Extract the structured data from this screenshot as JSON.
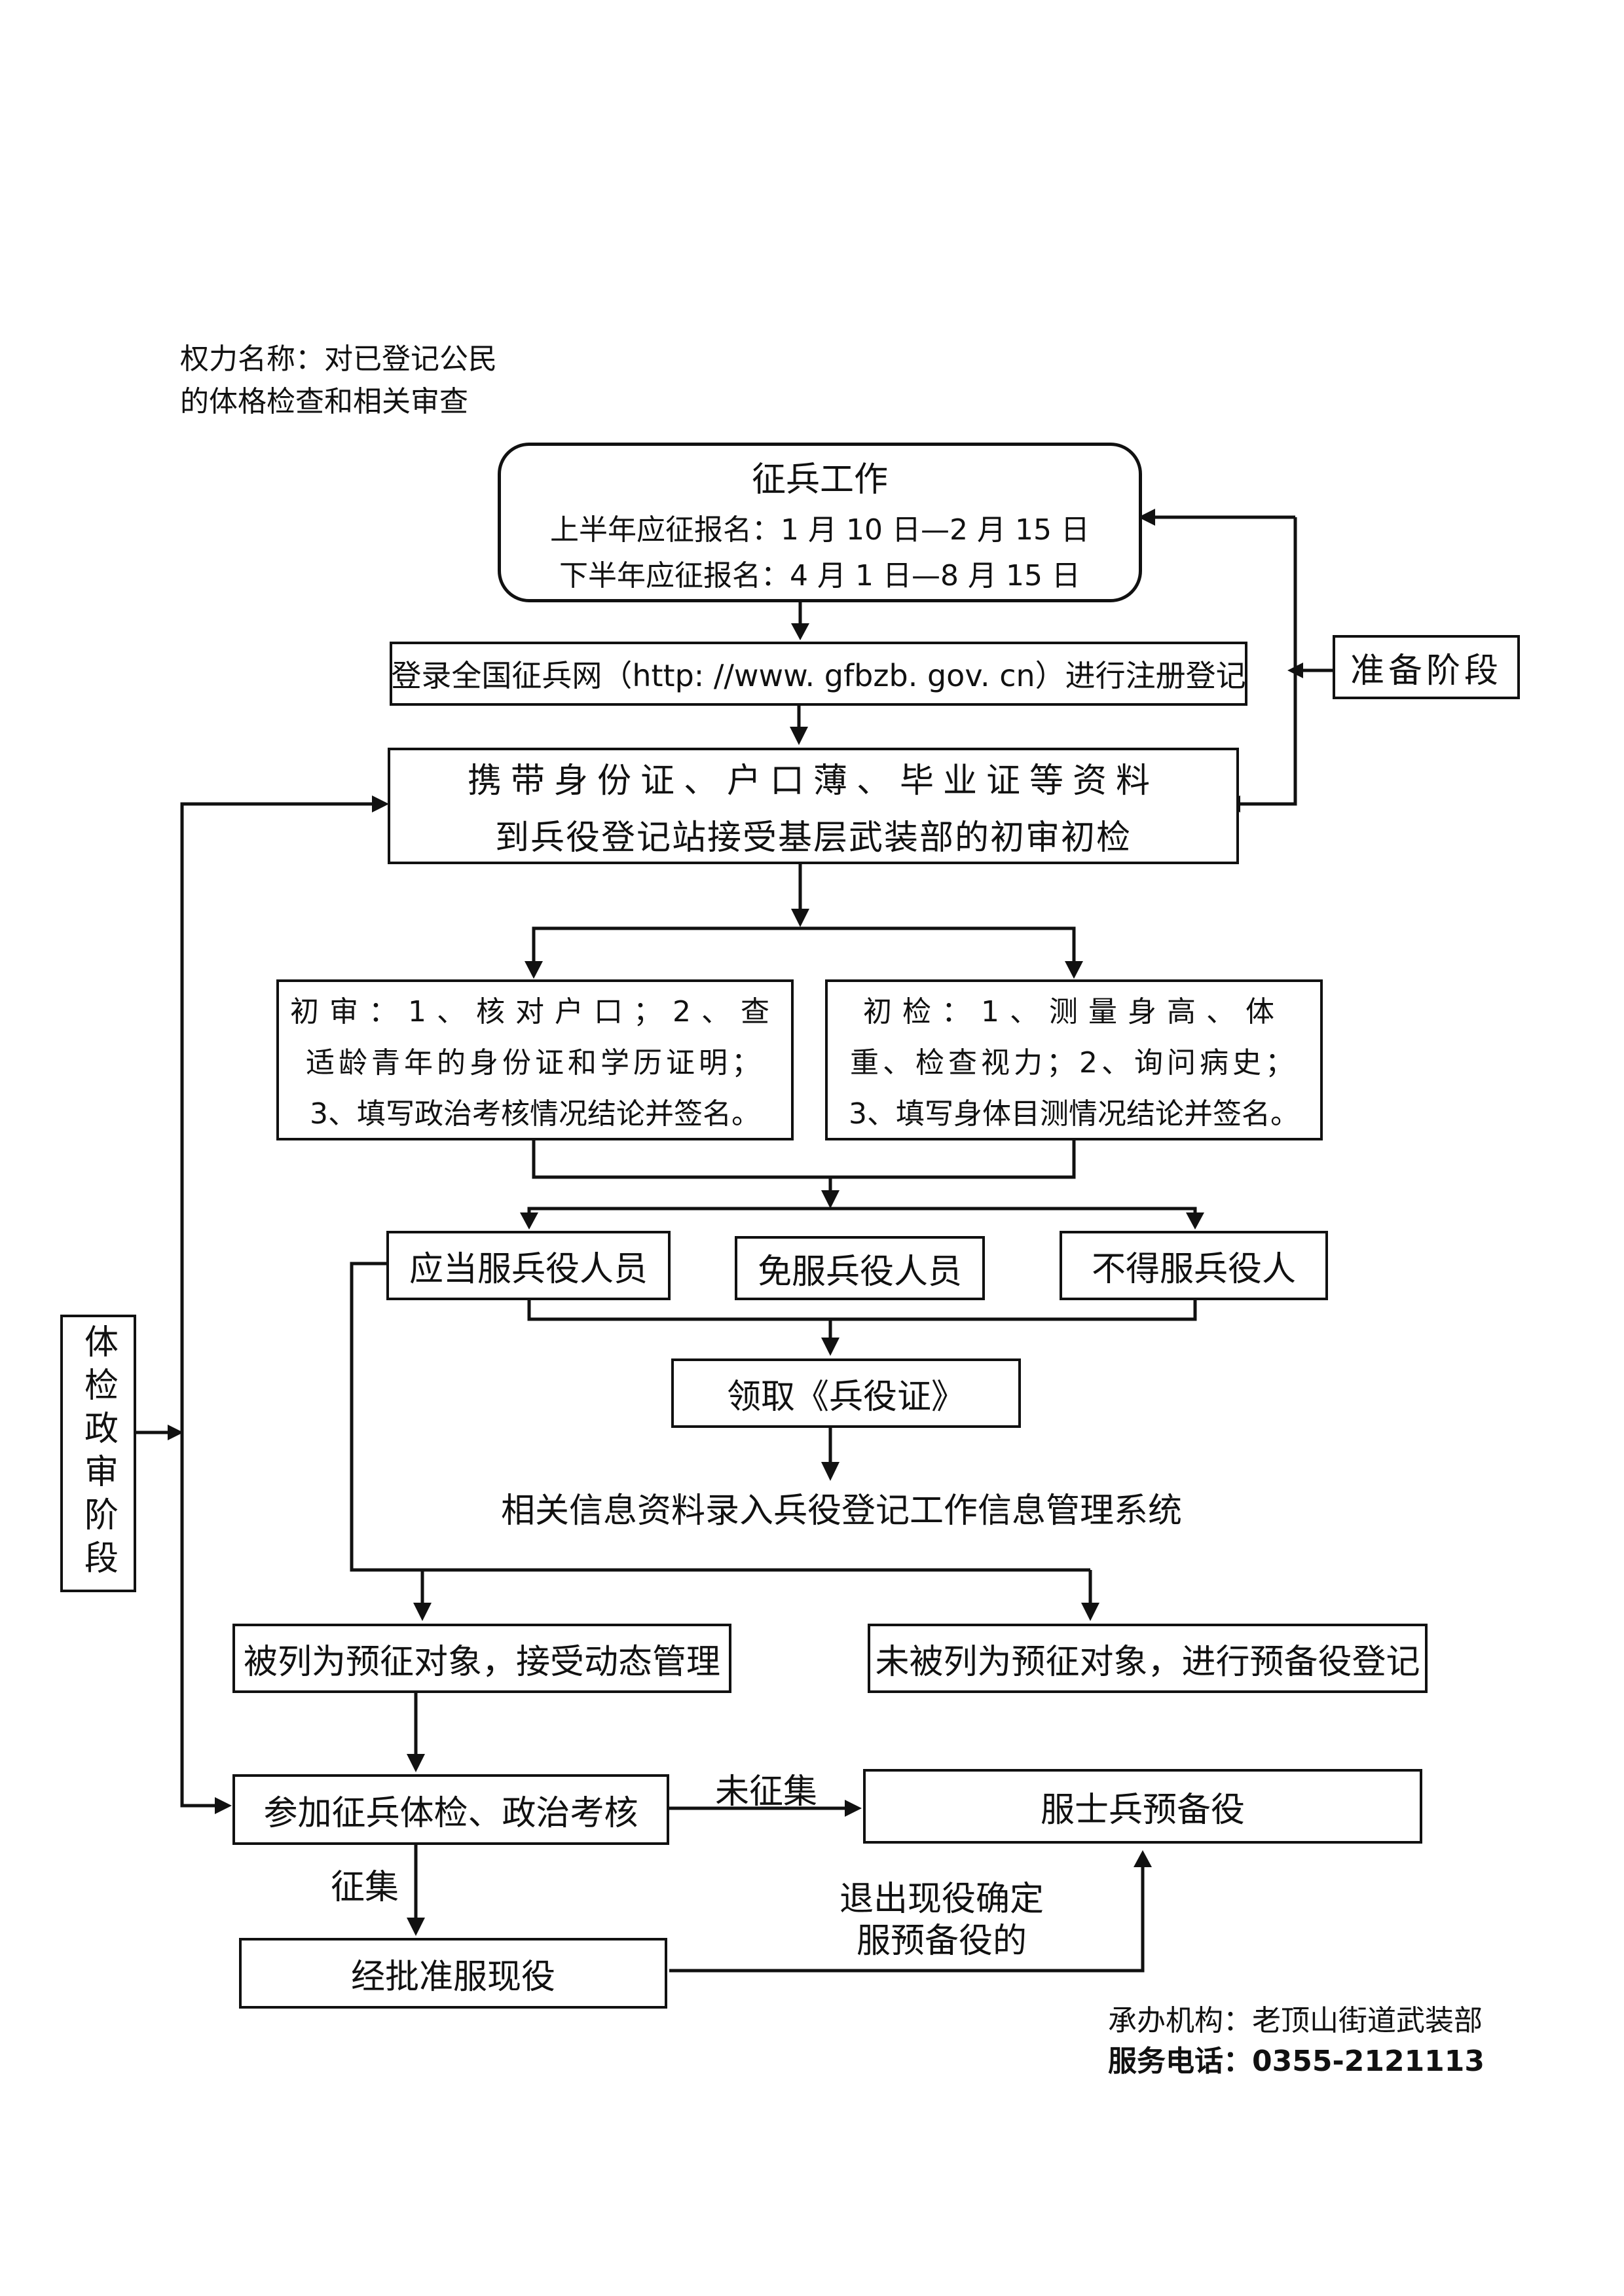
{
  "header": {
    "title_line1": "权力名称：对已登记公民",
    "title_line2": "的体格检查和相关审查"
  },
  "nodes": {
    "start": {
      "title": "征兵工作",
      "line2": "上半年应征报名：1 月 10 日—2 月 15 日",
      "line3": "下半年应征报名：4 月  1 日—8 月 15 日"
    },
    "register": "登录全国征兵网（http: //www. gfbzb. gov. cn）进行注册登记",
    "materials": {
      "line1": "携带身份证、户口薄、毕业证等资料",
      "line2": "到兵役登记站接受基层武装部的初审初检"
    },
    "prelim_review": {
      "line1": "初审：1、核对户口；2、查",
      "line2": "适龄青年的身份证和学历证明；",
      "line3": "3、填写政治考核情况结论并签名。"
    },
    "prelim_check": {
      "line1": "初检：1、测量身高、体",
      "line2": "重、检查视力；2、询问病史；",
      "line3": "3、填写身体目测情况结论并签名。"
    },
    "should_serve": "应当服兵役人员",
    "exempt": "免服兵役人员",
    "not_allowed": "不得服兵役人",
    "get_cert": "领取《兵役证》",
    "info_entry": "相关信息资料录入兵役登记工作信息管理系统",
    "listed": "被列为预征对象，接受动态管理",
    "not_listed": "未被列为预征对象，进行预备役登记",
    "physical_exam": "参加征兵体检、政治考核",
    "reserve": "服士兵预备役",
    "approved": "经批准服现役"
  },
  "side_labels": {
    "prep_stage": "准备阶段",
    "exam_stage": "体检政审阶段"
  },
  "edge_labels": {
    "not_drafted": "未征集",
    "drafted": "征集",
    "retire_line1": "退出现役确定",
    "retire_line2": "服预备役的"
  },
  "footer": {
    "agency": "承办机构：老顶山街道武装部",
    "phone": "服务电话：0355-2121113"
  }
}
